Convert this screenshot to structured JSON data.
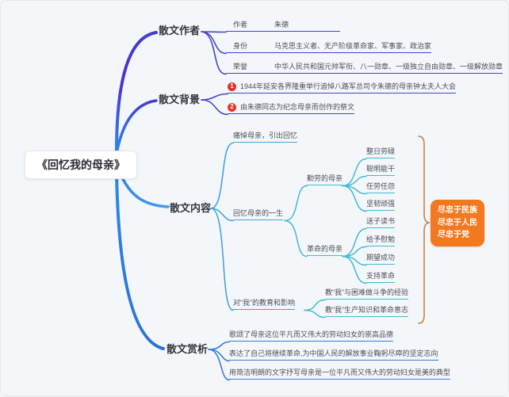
{
  "title_node": "《回忆我的母亲》",
  "colors": {
    "background": "#f3f7fa",
    "trunk_blue": "#2f86ec",
    "trunk_purple": "#4d2ed4",
    "branch_indigo": "#4a43c9",
    "branch_light_blue": "#45a4dc",
    "branch_cyan": "#45b9d6",
    "branch_blue": "#3a7ad8",
    "summary_line": "#c18544",
    "summary_box": "#f2791f",
    "badge_red": "#e23528"
  },
  "author": {
    "label": "散文作者",
    "rows": [
      {
        "key": "作者",
        "value": "朱德"
      },
      {
        "key": "身份",
        "value": "马克思主义者、无产阶级革命家、军事家、政治家"
      },
      {
        "key": "荣誉",
        "value": "中华人民共和国元帅军衔、八一勋章、一级独立自由勋章、一级解放勋章"
      }
    ]
  },
  "background_branch": {
    "label": "散文背景",
    "items": [
      {
        "num": "1",
        "text": "1944年延安各界隆重举行追悼八路军总司令朱德的母亲钟太夫人大会"
      },
      {
        "num": "2",
        "text": "由朱德同志为纪念母亲而创作的祭文"
      }
    ]
  },
  "content": {
    "label": "散文内容",
    "mourn": "痛悼母亲，引出回忆",
    "life_label": "回忆母亲的一生",
    "diligent": {
      "label": "勤劳的母亲",
      "items": [
        "整日劳碌",
        "聪明能干",
        "任劳任怨",
        "坚韧顽强"
      ]
    },
    "revolutionary": {
      "label": "革命的母亲",
      "items": [
        "送子读书",
        "给予慰勉",
        "期望成功",
        "支持革命"
      ]
    },
    "influence": {
      "label": "对“我”的教育和影响",
      "items": [
        "教“我”与困难做斗争的经验",
        "教“我”生产知识和革命意志"
      ]
    },
    "summary": {
      "lines": [
        "尽忠于民族",
        "尽忠于人民",
        "尽忠于党"
      ]
    }
  },
  "analysis": {
    "label": "散文赏析",
    "items": [
      "歌颂了母亲这位平凡而又伟大的劳动妇女的崇高品德",
      "表达了自己将继续革命,为中国人民的解放事业鞠躬尽瘁的坚定志向",
      "用简洁明朗的文字抒写母亲是一位平凡而又伟大的劳动妇女是美的典型"
    ]
  }
}
